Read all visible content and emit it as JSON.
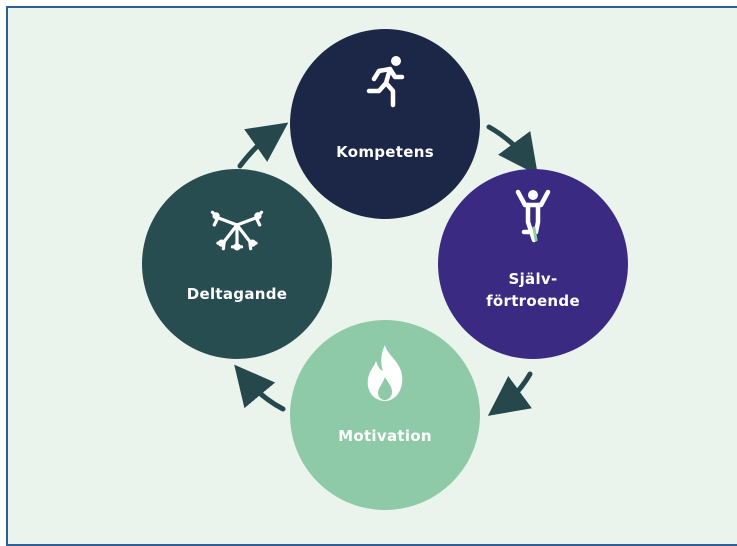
{
  "cycle": {
    "nodes": [
      {
        "label": "Kompetens",
        "color": "#1c2647",
        "icon": "running-person-icon"
      },
      {
        "label": "Själv-\nförtroende",
        "color": "#3b2a82",
        "icon": "jumping-person-icon"
      },
      {
        "label": "Motivation",
        "color": "#8fcaa8",
        "icon": "flame-icon"
      },
      {
        "label": "Deltagande",
        "color": "#274d51",
        "icon": "hands-together-icon"
      }
    ],
    "arrow_color": "#26484d",
    "direction": "clockwise"
  },
  "frame": {
    "background": "#eaf4ec",
    "border_color": "#2f5f95"
  }
}
